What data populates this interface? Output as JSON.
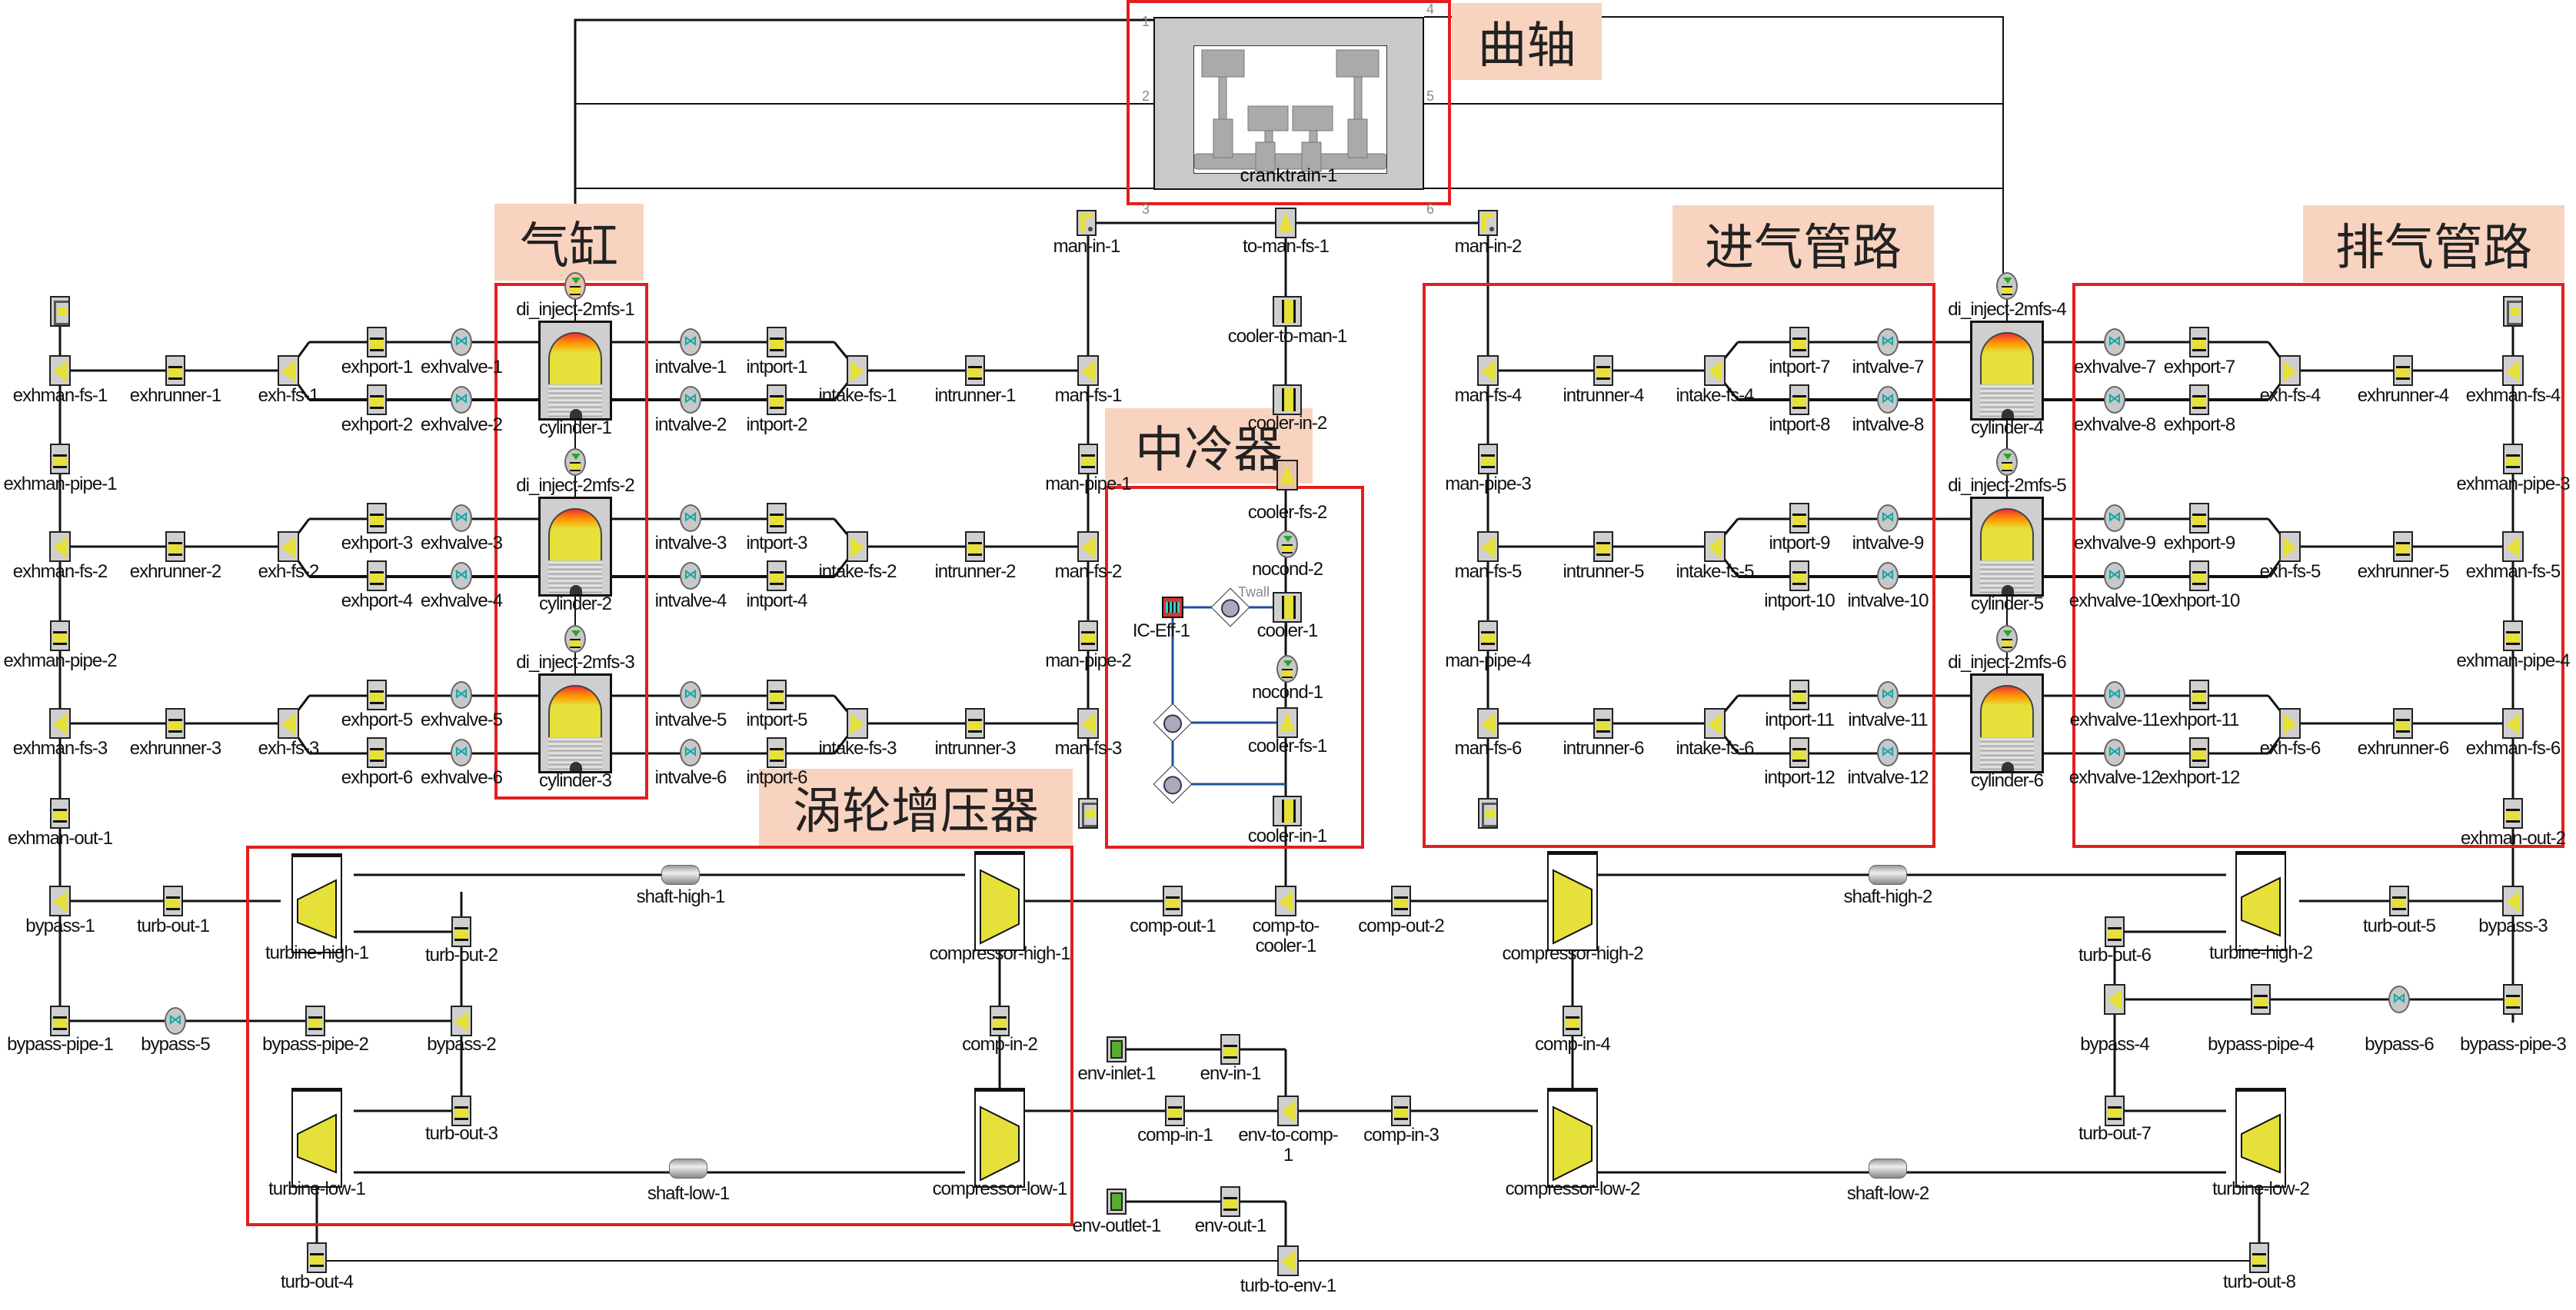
{
  "annotations": {
    "crankshaft": "曲轴",
    "cylinder": "气缸",
    "intake": "进气管路",
    "intercooler": "中冷器",
    "exhaust": "排气管路",
    "turbocharger": "涡轮增压器"
  },
  "crank": {
    "label": "cranktrain-1",
    "ports": [
      "1",
      "2",
      "3",
      "4",
      "5",
      "6"
    ]
  },
  "cylinders": [
    {
      "label": "cylinder-1",
      "injector": "di_inject-2mfs-1"
    },
    {
      "label": "cylinder-2",
      "injector": "di_inject-2mfs-2"
    },
    {
      "label": "cylinder-3",
      "injector": "di_inject-2mfs-3"
    },
    {
      "label": "cylinder-4",
      "injector": "di_inject-2mfs-4"
    },
    {
      "label": "cylinder-5",
      "injector": "di_inject-2mfs-5"
    },
    {
      "label": "cylinder-6",
      "injector": "di_inject-2mfs-6"
    }
  ],
  "left_bank": {
    "rows": [
      {
        "exhman_fs": "exhman-fs-1",
        "exhrunner": "exhrunner-1",
        "exh_fs": "exh-fs-1",
        "exhport_a": "exhport-1",
        "exhvalve_a": "exhvalve-1",
        "exhport_b": "exhport-2",
        "exhvalve_b": "exhvalve-2",
        "intvalve_a": "intvalve-1",
        "intport_a": "intport-1",
        "intvalve_b": "intvalve-2",
        "intport_b": "intport-2",
        "intake_fs": "intake-fs-1",
        "intrunner": "intrunner-1",
        "man_fs": "man-fs-1"
      },
      {
        "exhman_fs": "exhman-fs-2",
        "exhrunner": "exhrunner-2",
        "exh_fs": "exh-fs-2",
        "exhport_a": "exhport-3",
        "exhvalve_a": "exhvalve-3",
        "exhport_b": "exhport-4",
        "exhvalve_b": "exhvalve-4",
        "intvalve_a": "intvalve-3",
        "intport_a": "intport-3",
        "intvalve_b": "intvalve-4",
        "intport_b": "intport-4",
        "intake_fs": "intake-fs-2",
        "intrunner": "intrunner-2",
        "man_fs": "man-fs-2"
      },
      {
        "exhman_fs": "exhman-fs-3",
        "exhrunner": "exhrunner-3",
        "exh_fs": "exh-fs-3",
        "exhport_a": "exhport-5",
        "exhvalve_a": "exhvalve-5",
        "exhport_b": "exhport-6",
        "exhvalve_b": "exhvalve-6",
        "intvalve_a": "intvalve-5",
        "intport_a": "intport-5",
        "intvalve_b": "intvalve-6",
        "intport_b": "intport-6",
        "intake_fs": "intake-fs-3",
        "intrunner": "intrunner-3",
        "man_fs": "man-fs-3"
      }
    ],
    "exhman_pipes": [
      "exhman-pipe-1",
      "exhman-pipe-2"
    ],
    "exhman_out": "exhman-out-1",
    "man_pipes": [
      "man-pipe-1",
      "man-pipe-2"
    ],
    "man_in": "man-in-1"
  },
  "right_bank": {
    "rows": [
      {
        "man_fs": "man-fs-4",
        "intrunner": "intrunner-4",
        "intake_fs": "intake-fs-4",
        "intport_a": "intport-7",
        "intvalve_a": "intvalve-7",
        "intport_b": "intport-8",
        "intvalve_b": "intvalve-8",
        "exhvalve_a": "exhvalve-7",
        "exhport_a": "exhport-7",
        "exhvalve_b": "exhvalve-8",
        "exhport_b": "exhport-8",
        "exh_fs": "exh-fs-4",
        "exhrunner": "exhrunner-4",
        "exhman_fs": "exhman-fs-4"
      },
      {
        "man_fs": "man-fs-5",
        "intrunner": "intrunner-5",
        "intake_fs": "intake-fs-5",
        "intport_a": "intport-9",
        "intvalve_a": "intvalve-9",
        "intport_b": "intport-10",
        "intvalve_b": "intvalve-10",
        "exhvalve_a": "exhvalve-9",
        "exhport_a": "exhport-9",
        "exhvalve_b": "exhvalve-10",
        "exhport_b": "exhport-10",
        "exh_fs": "exh-fs-5",
        "exhrunner": "exhrunner-5",
        "exhman_fs": "exhman-fs-5"
      },
      {
        "man_fs": "man-fs-6",
        "intrunner": "intrunner-6",
        "intake_fs": "intake-fs-6",
        "intport_a": "intport-11",
        "intvalve_a": "intvalve-11",
        "intport_b": "intport-12",
        "intvalve_b": "intvalve-12",
        "exhvalve_a": "exhvalve-11",
        "exhport_a": "exhport-11",
        "exhvalve_b": "exhvalve-12",
        "exhport_b": "exhport-12",
        "exh_fs": "exh-fs-6",
        "exhrunner": "exhrunner-6",
        "exhman_fs": "exhman-fs-6"
      }
    ],
    "man_pipes": [
      "man-pipe-3",
      "man-pipe-4"
    ],
    "exhman_pipes": [
      "exhman-pipe-3",
      "exhman-pipe-4"
    ],
    "exhman_out": "exhman-out-2",
    "man_in": "man-in-2"
  },
  "intercooler": {
    "to_man_fs": "to-man-fs-1",
    "cooler_to_man": "cooler-to-man-1",
    "cooler_in_2": "cooler-in-2",
    "cooler_fs_2": "cooler-fs-2",
    "nocond_2": "nocond-2",
    "cooler": "cooler-1",
    "ic_eff": "IC-Eff-1",
    "twall": "Twall",
    "nocond_1": "nocond-1",
    "cooler_fs_1": "cooler-fs-1",
    "cooler_in_1": "cooler-in-1"
  },
  "turbo_left": {
    "bypass_1": "bypass-1",
    "turb_out_1": "turb-out-1",
    "turbine_high": "turbine-high-1",
    "shaft_high": "shaft-high-1",
    "compressor_high": "compressor-high-1",
    "turb_out_2": "turb-out-2",
    "bypass_pipe_1": "bypass-pipe-1",
    "bypass_5": "bypass-5",
    "bypass_pipe_2": "bypass-pipe-2",
    "bypass_2": "bypass-2",
    "comp_in_2": "comp-in-2",
    "turb_out_3": "turb-out-3",
    "turbine_low": "turbine-low-1",
    "shaft_low": "shaft-low-1",
    "compressor_low": "compressor-low-1",
    "turb_out_4": "turb-out-4"
  },
  "turbo_right": {
    "compressor_high": "compressor-high-2",
    "shaft_high": "shaft-high-2",
    "turbine_high": "turbine-high-2",
    "turb_out_5": "turb-out-5",
    "bypass_3": "bypass-3",
    "turb_out_6": "turb-out-6",
    "comp_in_4": "comp-in-4",
    "bypass_4": "bypass-4",
    "bypass_pipe_4": "bypass-pipe-4",
    "bypass_6": "bypass-6",
    "bypass_pipe_3": "bypass-pipe-3",
    "turb_out_7": "turb-out-7",
    "compressor_low": "compressor-low-2",
    "shaft_low": "shaft-low-2",
    "turbine_low": "turbine-low-2",
    "turb_out_8": "turb-out-8"
  },
  "center": {
    "comp_out_1": "comp-out-1",
    "comp_to_cooler": "comp-to-cooler-1",
    "comp_out_2": "comp-out-2",
    "env_inlet": "env-inlet-1",
    "env_in": "env-in-1",
    "comp_in_1": "comp-in-1",
    "env_to_comp": "env-to-comp-1",
    "comp_in_3": "comp-in-3",
    "env_outlet": "env-outlet-1",
    "env_out": "env-out-1",
    "turb_to_env": "turb-to-env-1"
  },
  "colors": {
    "frame": "#e21f1f",
    "note_bg": "#f8d3c0",
    "component_fill": "#e6e03a",
    "env_green": "#5aac2e",
    "signal_line": "#1f4fa0"
  }
}
